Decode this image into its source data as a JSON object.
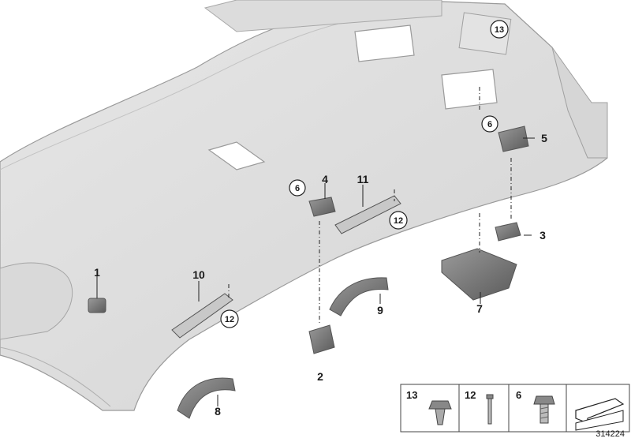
{
  "diagram": {
    "callouts": [
      "1",
      "2",
      "3",
      "4",
      "5",
      "6",
      "7",
      "8",
      "9",
      "10",
      "11",
      "12",
      "13"
    ],
    "circled_callouts": [
      "6",
      "6",
      "12",
      "12",
      "13"
    ],
    "legend": [
      {
        "num": "13",
        "icon": "clip-icon"
      },
      {
        "num": "12",
        "icon": "rivet-icon"
      },
      {
        "num": "6",
        "icon": "screw-icon"
      },
      {
        "num": "",
        "icon": "arrow-icon"
      }
    ],
    "doc_id": "314224"
  }
}
